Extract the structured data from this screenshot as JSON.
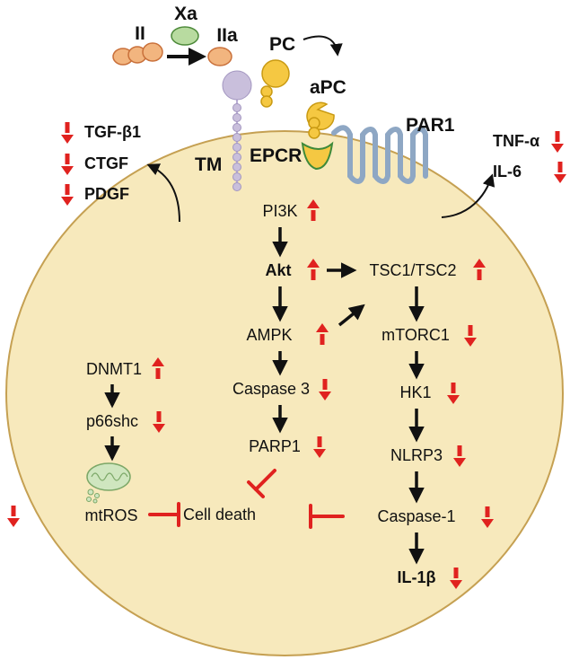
{
  "colors": {
    "cell_fill": "#f7e9bc",
    "cell_stroke": "#c5a052",
    "up_down_arrow": "#e0221f",
    "pathway_arrow": "#111111",
    "inhibition": "#e0221f",
    "factor_orange": "#f2b57f",
    "factor_green": "#b8dba0",
    "protein_c_yellow": "#f5c842",
    "thrombomodulin_purple": "#c9bfdc",
    "epcr_yellow": "#f5c842",
    "par1_blue": "#8ea7c4",
    "mitochondrion_green": "#cfe6bf"
  },
  "coagulation": {
    "ii": "II",
    "xa": "Xa",
    "iia": "IIa",
    "pc": "PC",
    "apc": "aPC"
  },
  "receptors": {
    "tm": "TM",
    "epcr": "EPCR",
    "par1": "PAR1"
  },
  "fibrosis_factors": [
    {
      "label": "TGF-β1",
      "direction": "down"
    },
    {
      "label": "CTGF",
      "direction": "down"
    },
    {
      "label": "PDGF",
      "direction": "down"
    }
  ],
  "cytokines_out": [
    {
      "label": "TNF-α",
      "direction": "down"
    },
    {
      "label": "IL-6",
      "direction": "down"
    }
  ],
  "pathway_center": [
    {
      "label": "PI3K",
      "direction": "up"
    },
    {
      "label": "Akt",
      "direction": "up"
    },
    {
      "label": "AMPK",
      "direction": "up"
    },
    {
      "label": "Caspase 3",
      "direction": "down"
    },
    {
      "label": "PARP1",
      "direction": "down"
    }
  ],
  "pathway_right": [
    {
      "label": "TSC1/TSC2",
      "direction": "up"
    },
    {
      "label": "mTORC1",
      "direction": "down"
    },
    {
      "label": "HK1",
      "direction": "down"
    },
    {
      "label": "NLRP3",
      "direction": "down"
    },
    {
      "label": "Caspase-1",
      "direction": "down"
    },
    {
      "label": "IL-1β",
      "direction": "down"
    }
  ],
  "pathway_left": [
    {
      "label": "DNMT1",
      "direction": "up"
    },
    {
      "label": "p66shc",
      "direction": "down"
    },
    {
      "label": "mtROS",
      "direction": "down"
    }
  ],
  "outcome": {
    "cell_death": "Cell death"
  },
  "icons": {
    "up": "red-up-arrow-icon",
    "down": "red-down-arrow-icon",
    "mitochondrion": "mitochondrion-icon"
  }
}
